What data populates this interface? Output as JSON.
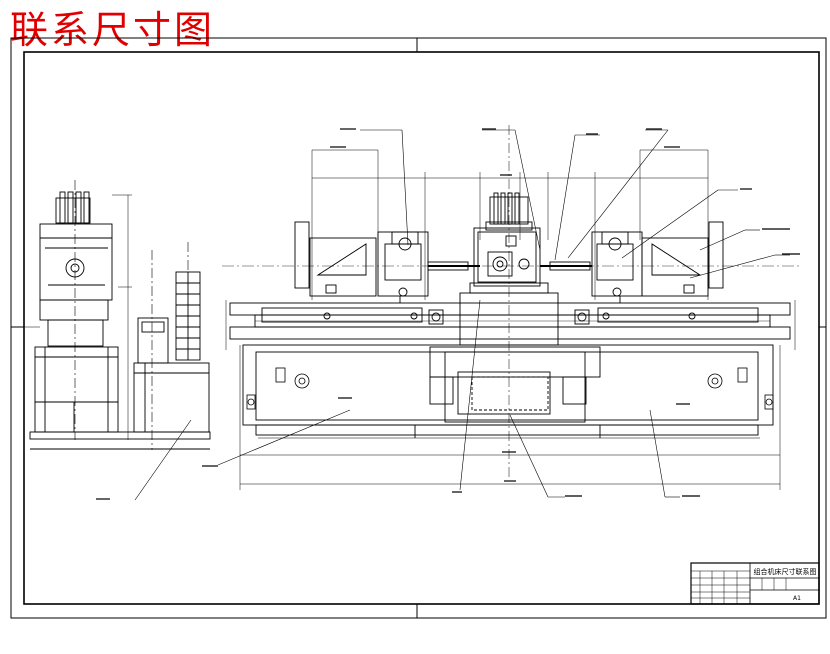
{
  "heading": "联系尺寸图",
  "title_block": {
    "drawing_title": "组合机床尺寸联系图",
    "sheet_size": "A1"
  }
}
